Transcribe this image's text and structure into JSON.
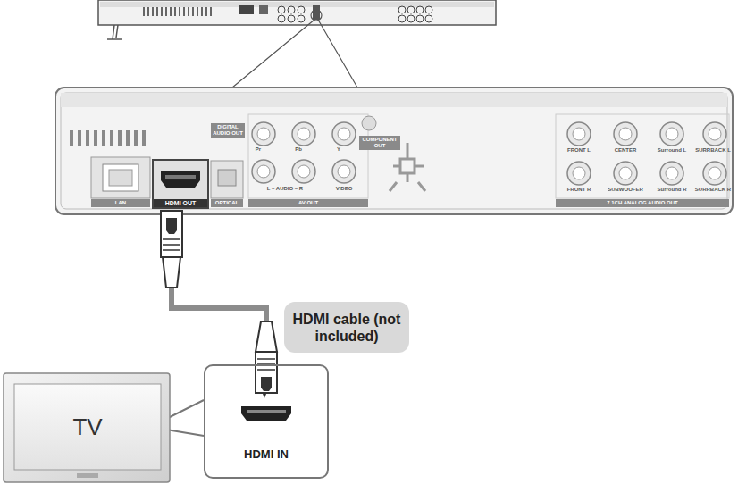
{
  "diagram": {
    "nodes": [
      {
        "text": [
          "HDMI OUT"
        ]
      },
      {
        "text": [
          "HDMI cable (not included)"
        ]
      },
      {
        "text": [
          "TV"
        ]
      },
      {
        "text": [
          "HDMI IN"
        ]
      }
    ],
    "edges": [
      {
        "from": 0,
        "to": 3,
        "arrow": "none"
      }
    ],
    "labels": [
      "DIGITAL AUDIO OUT",
      "LAN",
      "OPTICAL",
      "Pr",
      "Pb",
      "Y",
      "L – AUDIO – R",
      "VIDEO",
      "AV OUT",
      "COMPONENT OUT",
      "FRONT L",
      "CENTER",
      "Surround L",
      "SURRBACK L",
      "FRONT R",
      "SUBWOOFER",
      "Surround R",
      "SURRBACK R",
      "7.1CH ANALOG AUDIO OUT"
    ]
  }
}
